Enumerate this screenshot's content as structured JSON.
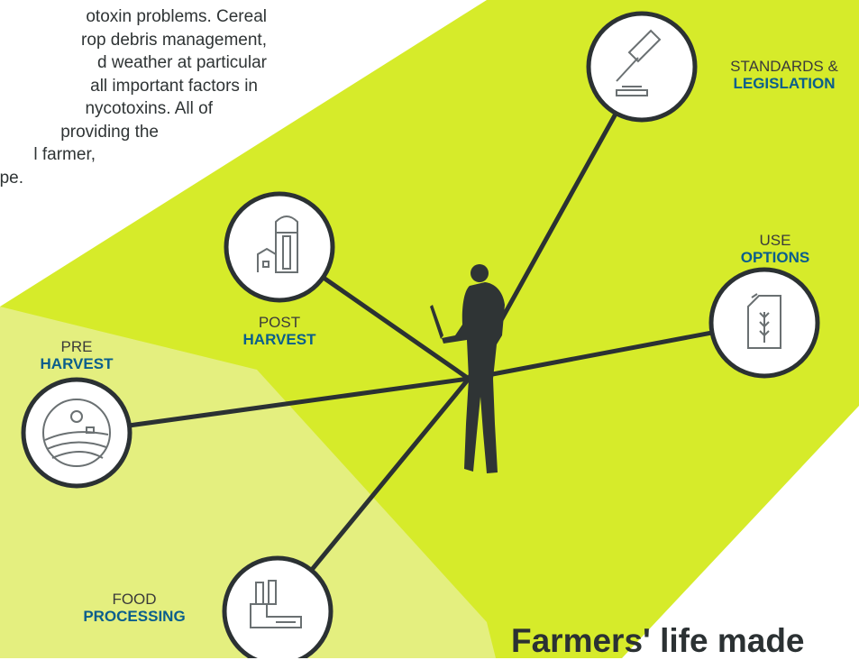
{
  "intro_lines": [
    "otoxin problems. Cereal",
    "rop debris management,",
    "d weather at particular",
    "all important factors in",
    "nycotoxins. All of",
    "providing the",
    "l farmer,",
    "pe."
  ],
  "nodes": {
    "standards": {
      "line1": "STANDARDS &",
      "line2": "LEGISLATION",
      "icon": "gavel-icon"
    },
    "use_options": {
      "line1": "USE",
      "line2": "OPTIONS",
      "icon": "fuel-canister-wheat-icon"
    },
    "post_harvest": {
      "line1": "POST",
      "line2": "HARVEST",
      "icon": "silo-icon"
    },
    "pre_harvest": {
      "line1": "PRE",
      "line2": "HARVEST",
      "icon": "field-landscape-icon"
    },
    "food_processing": {
      "line1": "FOOD",
      "line2": "PROCESSING",
      "icon": "factory-icon"
    }
  },
  "center_figure": "farmer-with-laptop-silhouette",
  "headline": "Farmers' life made",
  "colors": {
    "lime": "#d6eb2a",
    "lime_light": "#e3ef7d",
    "label_blue": "#0a5e8c",
    "dark": "#2f3435"
  }
}
